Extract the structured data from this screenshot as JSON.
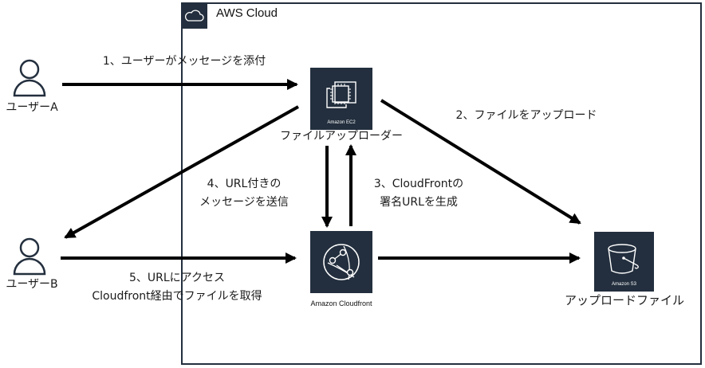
{
  "group": {
    "title": "AWS Cloud",
    "icon": "cloud-icon",
    "border_color": "#232f3e"
  },
  "actors": {
    "user_a": {
      "label": "ユーザーA",
      "icon": "user-icon"
    },
    "user_b": {
      "label": "ユーザーB",
      "icon": "user-icon"
    }
  },
  "services": {
    "ec2": {
      "caption": "Amazon EC2",
      "label": "ファイルアップローダー",
      "icon": "ec2-chip-icon",
      "color": "#232f3e"
    },
    "cloudfront": {
      "caption": "",
      "label": "Amazon Cloudfront",
      "icon": "cloudfront-globe-icon",
      "color": "#232f3e"
    },
    "s3": {
      "caption": "Amazon S3",
      "label": "アップロードファイル",
      "icon": "s3-bucket-icon",
      "color": "#232f3e"
    }
  },
  "steps": {
    "step1": "1、ユーザーがメッセージを添付",
    "step2": "2、ファイルをアップロード",
    "step3_line1": "3、CloudFrontの",
    "step3_line2": "署名URLを生成",
    "step4_line1": "4、URL付きの",
    "step4_line2": "メッセージを送信",
    "step5_line1": "5、URLにアクセス",
    "step5_line2": "Cloudfront経由でファイルを取得"
  }
}
